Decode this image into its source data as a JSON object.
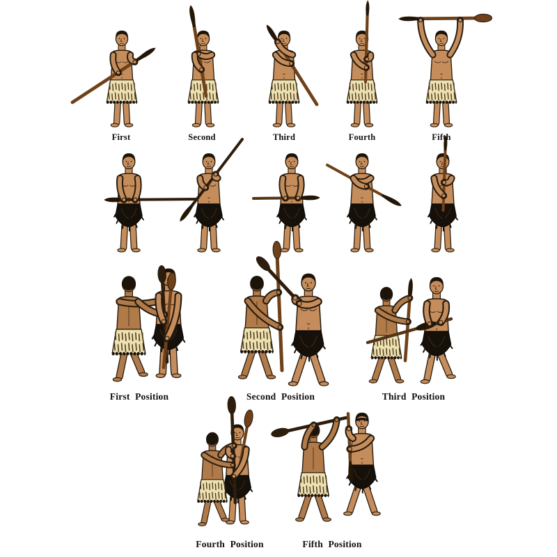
{
  "labels": {
    "row1": [
      "First",
      "Second",
      "Third",
      "Fourth",
      "Fifth"
    ],
    "row3": [
      "First Position",
      "Second Position",
      "Third Position"
    ],
    "row4": [
      "Fourth Position",
      "Fifth Position"
    ]
  },
  "figures": {
    "row1": [
      "single warrior, taiaha held low across the body",
      "single warrior, taiaha held upright at the side",
      "single warrior, taiaha sloped over the shoulder",
      "single warrior, taiaha held vertical in front",
      "single warrior, taiaha held overhead with both arms"
    ],
    "row2": [
      "warrior with weapon level at the waist",
      "warrior with weapon sloped up to the right",
      "warrior with weapon level at the waist, point right",
      "warrior with arms crossed, weapon sloped down",
      "warrior with weapon upright in front"
    ],
    "pairs": [
      "two warriors engage, weapons crossed upright",
      "two warriors engage, weapons crossed high",
      "defender upright as attacker thrusts at the waist",
      "close engage, weapons locked upright",
      "overhead strike met by a raised guard"
    ]
  },
  "colors": {
    "background": "#ffffff",
    "outline": "#241a0e",
    "skin_front": "#c68d5c",
    "skin_back": "#b07a49",
    "hair": "#1c1309",
    "piupiu": "#ede1b2",
    "piupiu_marks": "#4a3416",
    "fringe": "#17100a",
    "maro": "#16100a",
    "staff_brown": "#6f4119",
    "staff_dark": "#2e1d0c",
    "staff_mid": "#553317",
    "blade": "#241505",
    "label_text": "#101010"
  }
}
